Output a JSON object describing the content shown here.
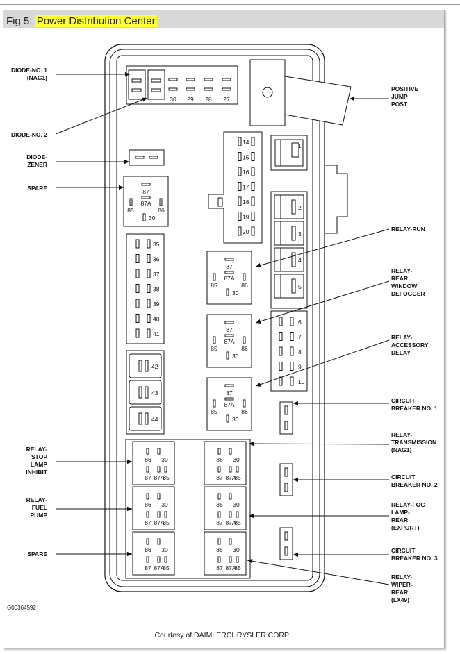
{
  "title": {
    "prefix": "Fig 5:",
    "highlight": "Power Distribution Center"
  },
  "colors": {
    "highlight": "#ffff33",
    "titlebar": "#d8d8d8",
    "ink": "#111111"
  },
  "labels": {
    "diode1": [
      "DIODE-NO. 1",
      "(NAG1)"
    ],
    "diode2": [
      "DIODE-NO. 2"
    ],
    "diodezener": [
      "DIODE-",
      "ZENER"
    ],
    "spare1": [
      "SPARE"
    ],
    "positive": [
      "POSITIVE",
      "JUMP",
      "POST"
    ],
    "relayrun": [
      "RELAY-RUN"
    ],
    "defogger": [
      "RELAY-",
      "REAR",
      "WINDOW",
      "DEFOGGER"
    ],
    "accessory": [
      "RELAY-",
      "ACCESSORY",
      "DELAY"
    ],
    "cb1": [
      "CIRCUIT",
      "BREAKER NO. 1"
    ],
    "transmission": [
      "RELAY-",
      "TRANSMISSION",
      "(NAG1)"
    ],
    "cb2": [
      "CIRCUIT",
      "BREAKER NO. 2"
    ],
    "foglamp": [
      "RELAY-FOG",
      "LAMP-",
      "REAR",
      "(EXPORT)"
    ],
    "cb3": [
      "CIRCUIT",
      "BREAKER NO. 3"
    ],
    "wiper": [
      "RELAY-",
      "WIPER-",
      "REAR",
      "(LX49)"
    ],
    "stoplamp": [
      "RELAY-",
      "STOP",
      "LAMP",
      "INHIBIT"
    ],
    "fuelpump": [
      "RELAY-",
      "FUEL",
      "PUMP"
    ],
    "spare2": [
      "SPARE"
    ]
  },
  "fuses": {
    "top": [
      "30",
      "29",
      "28",
      "27"
    ],
    "col14": [
      "14",
      "15",
      "16",
      "17",
      "18",
      "19",
      "20"
    ],
    "big": [
      "1",
      "2",
      "3",
      "4",
      "5"
    ],
    "col6": [
      "6",
      "7",
      "8",
      "9",
      "10"
    ],
    "col35": [
      "35",
      "36",
      "37",
      "38",
      "39",
      "40",
      "41"
    ],
    "col42": [
      "42",
      "43",
      "44"
    ]
  },
  "relay_pins": {
    "p87": "87",
    "p87a": "87A",
    "p85": "85",
    "p86": "86",
    "p30": "30"
  },
  "drawing_code": "G00364592",
  "credit": "Courtesy of DAIMLERCHRYSLER CORP."
}
